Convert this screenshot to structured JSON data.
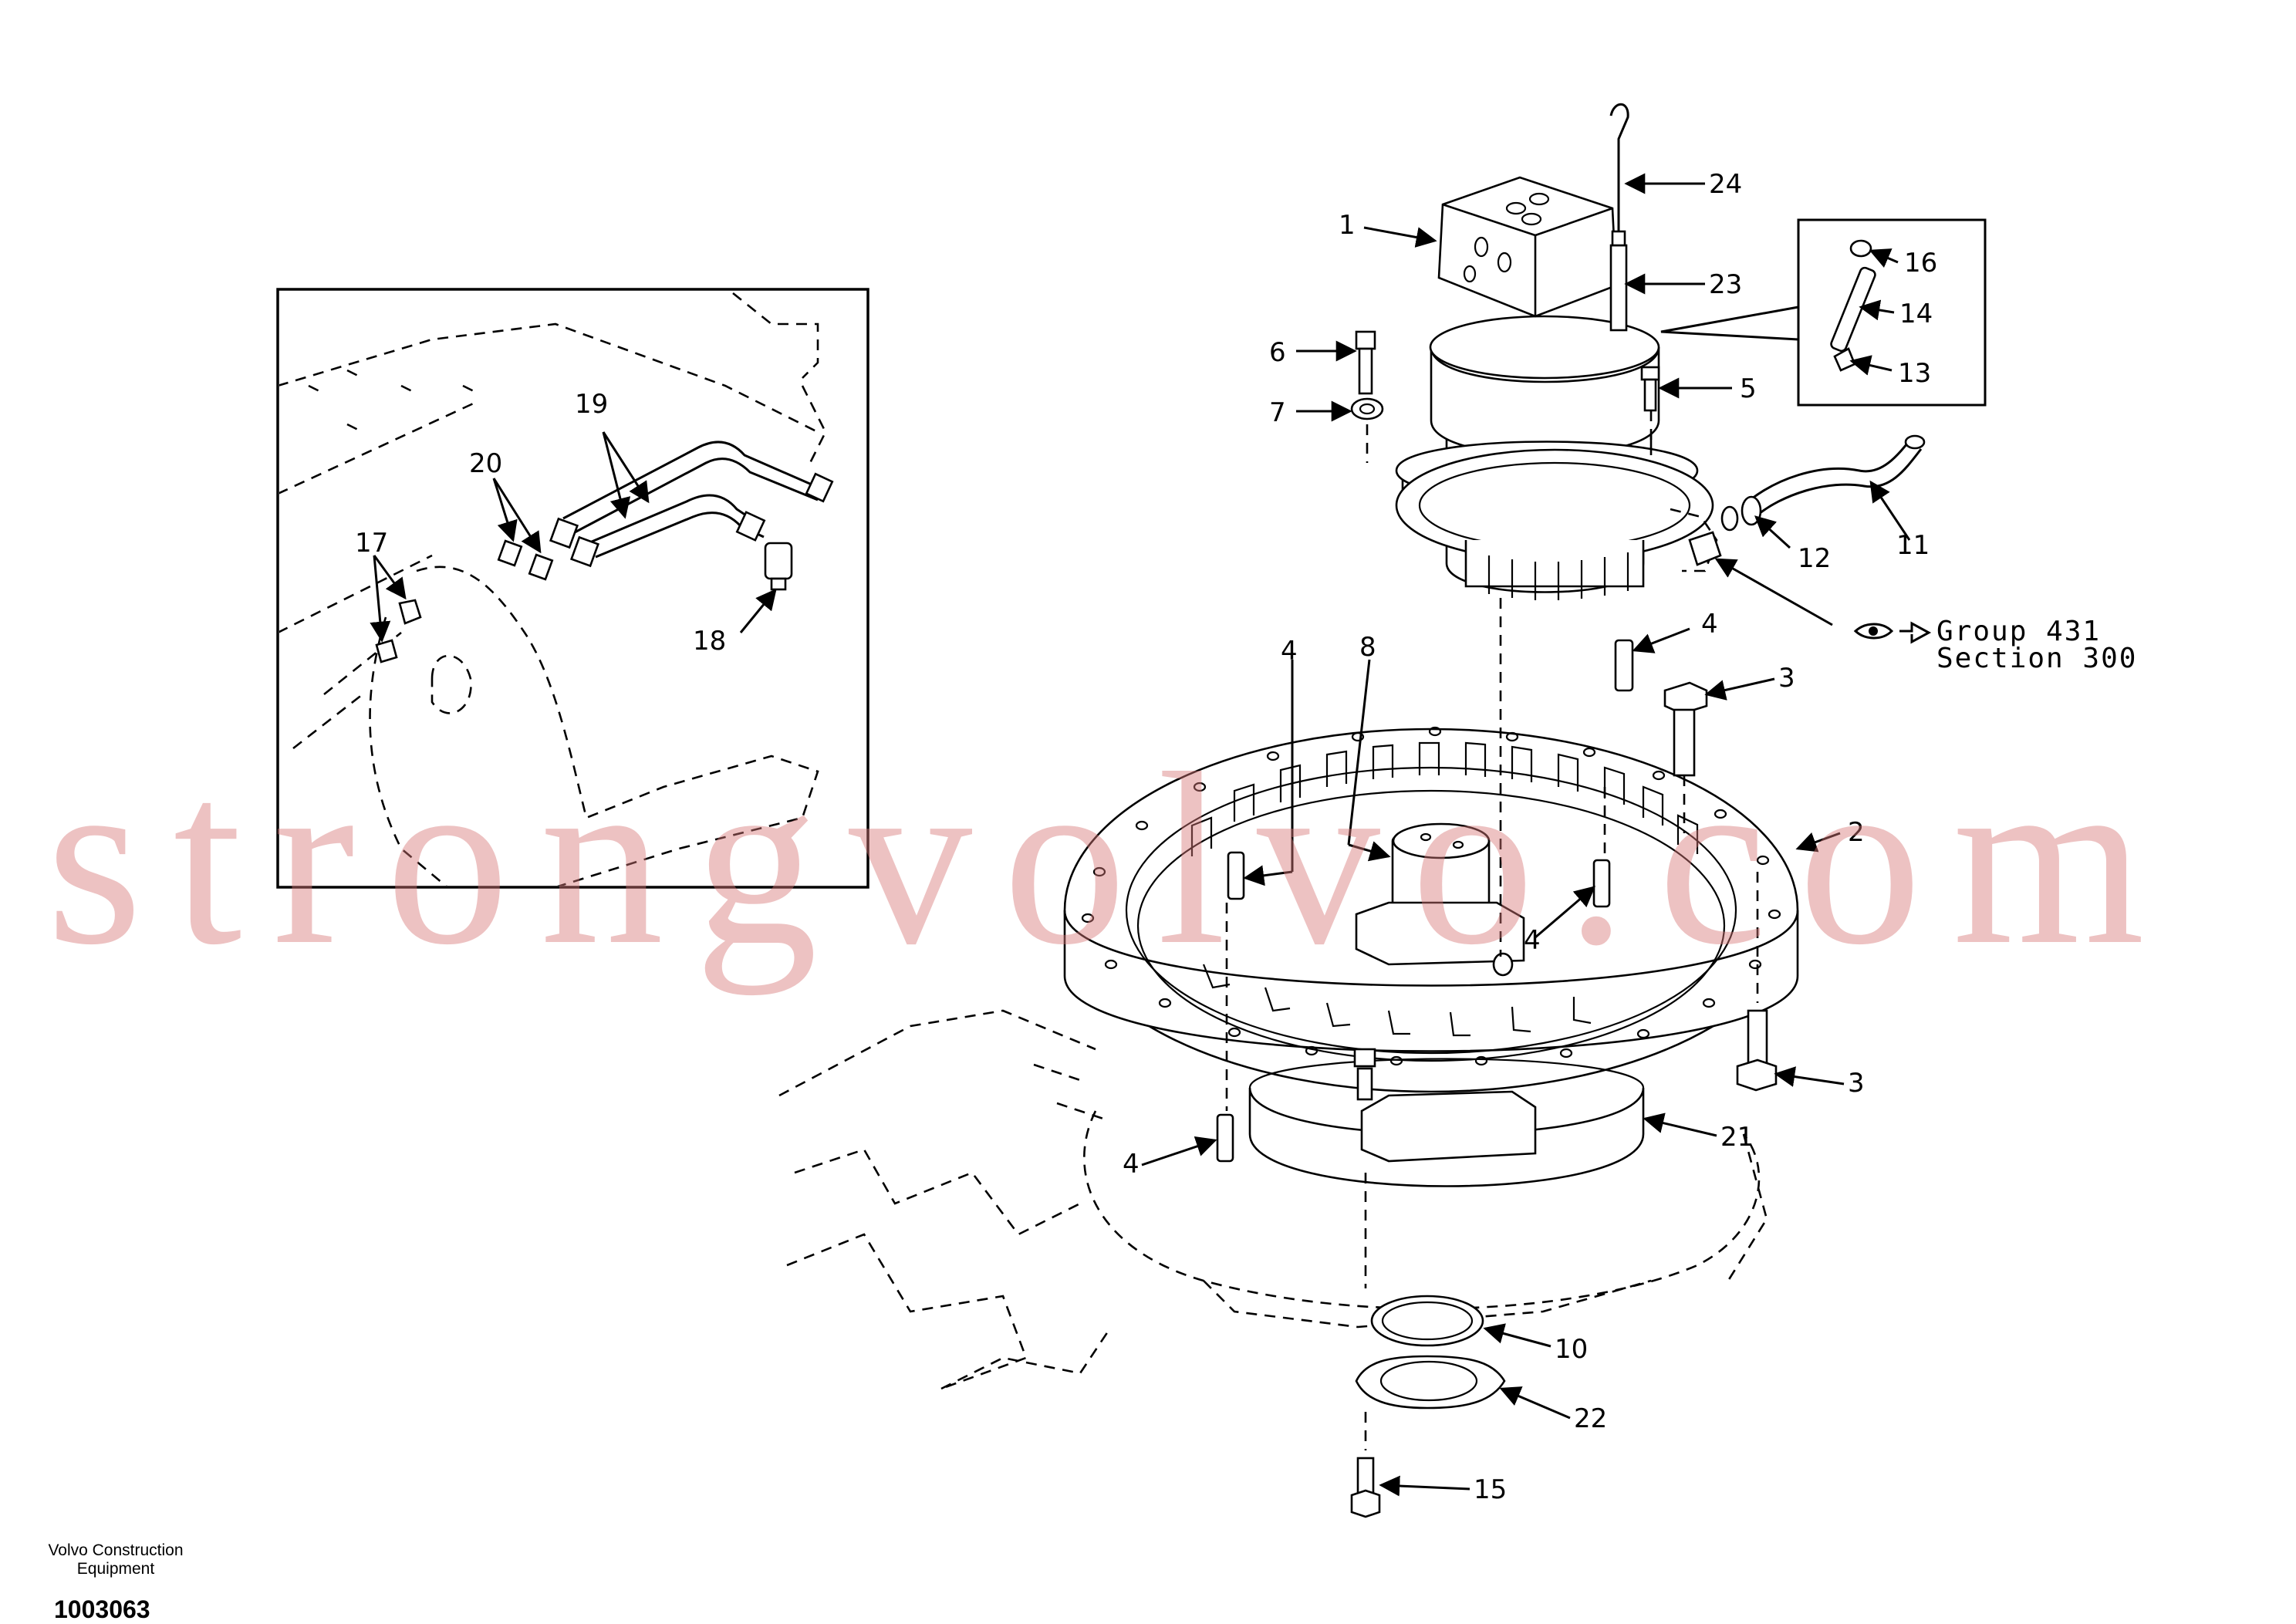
{
  "diagram": {
    "callouts": [
      {
        "id": "c1",
        "text": "1"
      },
      {
        "id": "c2",
        "text": "2"
      },
      {
        "id": "c3a",
        "text": "3"
      },
      {
        "id": "c3b",
        "text": "3"
      },
      {
        "id": "c4a",
        "text": "4"
      },
      {
        "id": "c4b",
        "text": "4"
      },
      {
        "id": "c4c",
        "text": "4"
      },
      {
        "id": "c4d",
        "text": "4"
      },
      {
        "id": "c5",
        "text": "5"
      },
      {
        "id": "c6",
        "text": "6"
      },
      {
        "id": "c7",
        "text": "7"
      },
      {
        "id": "c8",
        "text": "8"
      },
      {
        "id": "c10",
        "text": "10"
      },
      {
        "id": "c11",
        "text": "11"
      },
      {
        "id": "c12",
        "text": "12"
      },
      {
        "id": "c13",
        "text": "13"
      },
      {
        "id": "c14",
        "text": "14"
      },
      {
        "id": "c15",
        "text": "15"
      },
      {
        "id": "c16",
        "text": "16"
      },
      {
        "id": "c17",
        "text": "17"
      },
      {
        "id": "c18",
        "text": "18"
      },
      {
        "id": "c19",
        "text": "19"
      },
      {
        "id": "c20",
        "text": "20"
      },
      {
        "id": "c21",
        "text": "21"
      },
      {
        "id": "c22",
        "text": "22"
      },
      {
        "id": "c23",
        "text": "23"
      },
      {
        "id": "c24",
        "text": "24"
      }
    ],
    "reference": {
      "line1": "Group 431",
      "line2": "Section 300"
    }
  },
  "footer": {
    "company_line1": "Volvo Construction",
    "company_line2": "Equipment",
    "drawing_number": "1003063"
  },
  "watermark": {
    "text": "strongvolvo.com",
    "color": "#d77878"
  }
}
